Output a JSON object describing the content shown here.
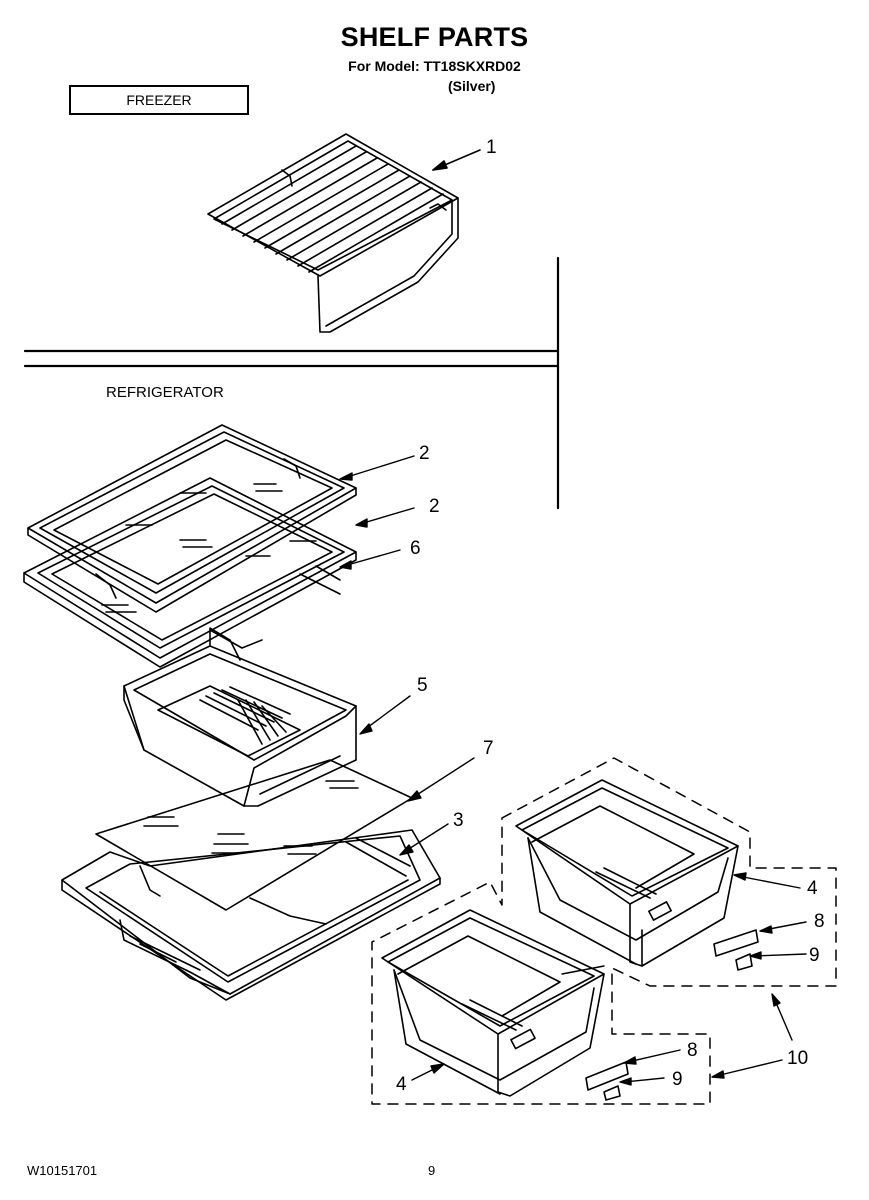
{
  "header": {
    "title": "SHELF PARTS",
    "model_line": "For Model: TT18SKXRD02",
    "color": "(Silver)"
  },
  "sections": {
    "freezer": "FREEZER",
    "refrigerator": "REFRIGERATOR"
  },
  "callouts": {
    "c1": "1",
    "c2a": "2",
    "c2b": "2",
    "c6": "6",
    "c5": "5",
    "c7": "7",
    "c3": "3",
    "c4a": "4",
    "c8a": "8",
    "c9a": "9",
    "c10": "10",
    "c8b": "8",
    "c9b": "9",
    "c4b": "4"
  },
  "footer": {
    "doc_number": "W10151701",
    "page": "9"
  }
}
